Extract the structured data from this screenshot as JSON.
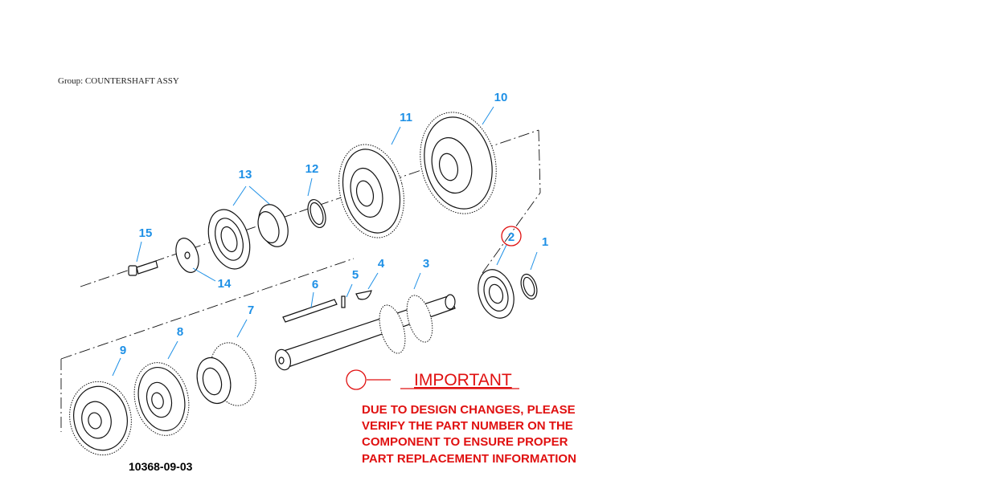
{
  "group_label": "Group: COUNTERSHAFT ASSY",
  "callouts": [
    {
      "id": "1",
      "label": "1"
    },
    {
      "id": "2",
      "label": "2"
    },
    {
      "id": "3",
      "label": "3"
    },
    {
      "id": "4",
      "label": "4"
    },
    {
      "id": "5",
      "label": "5"
    },
    {
      "id": "6",
      "label": "6"
    },
    {
      "id": "7",
      "label": "7"
    },
    {
      "id": "8",
      "label": "8"
    },
    {
      "id": "9",
      "label": "9"
    },
    {
      "id": "10",
      "label": "10"
    },
    {
      "id": "11",
      "label": "11"
    },
    {
      "id": "12",
      "label": "12"
    },
    {
      "id": "13",
      "label": "13"
    },
    {
      "id": "14",
      "label": "14"
    },
    {
      "id": "15",
      "label": "15"
    }
  ],
  "figure_number": "10368-09-03",
  "important_title": "IMPORTANT",
  "important_lines": [
    "DUE TO DESIGN CHANGES, PLEASE",
    "VERIFY THE PART NUMBER ON THE",
    "COMPONENT TO ENSURE PROPER",
    "PART REPLACEMENT INFORMATION"
  ],
  "colors": {
    "callout": "#1e90e6",
    "important": "#e01010",
    "line": "#111111"
  }
}
